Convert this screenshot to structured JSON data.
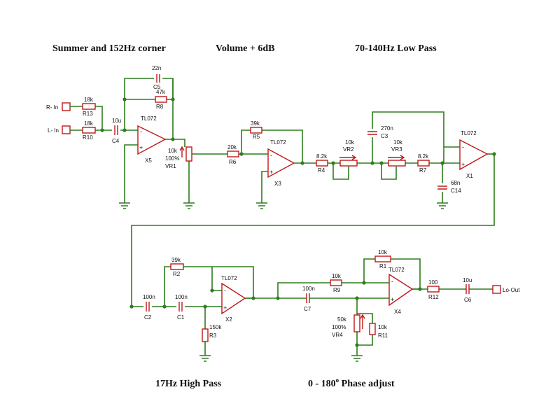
{
  "titles": {
    "summer": "Summer and 152Hz corner",
    "volume": "Volume + 6dB",
    "lowpass": "70-140Hz Low Pass",
    "highpass": "17Hz High Pass",
    "phase_prefix": "0 - 180",
    "phase_degree": "o",
    "phase_suffix": " Phase adjust"
  },
  "ports": {
    "r_in": "R- In",
    "l_in": "L- In",
    "lo_out": "Lo-Out"
  },
  "parts": {
    "r13": {
      "value": "18k",
      "ref": "R13"
    },
    "r10": {
      "value": "18k",
      "ref": "R10"
    },
    "c4": {
      "value": "10u",
      "ref": "C4"
    },
    "c5": {
      "value": "22n",
      "ref": "C5"
    },
    "r8": {
      "value": "47k",
      "ref": "R8"
    },
    "x5": {
      "value": "TL072",
      "ref": "X5"
    },
    "vr1": {
      "value": "10k",
      "value2": "100%",
      "ref": "VR1"
    },
    "r6": {
      "value": "20k",
      "ref": "R6"
    },
    "r5": {
      "value": "39k",
      "ref": "R5"
    },
    "x3": {
      "value": "TL072",
      "ref": "X3"
    },
    "r4": {
      "value": "8.2k",
      "ref": "R4"
    },
    "vr2": {
      "value": "10k",
      "ref": "VR2"
    },
    "vr3": {
      "value": "10k",
      "ref": "VR3"
    },
    "r7": {
      "value": "8.2k",
      "ref": "R7"
    },
    "c3": {
      "value": "270n",
      "ref": "C3"
    },
    "c14": {
      "value": "68n",
      "ref": "C14"
    },
    "x1": {
      "value": "TL072",
      "ref": "X1"
    },
    "c2": {
      "value": "100n",
      "ref": "C2"
    },
    "c1": {
      "value": "100n",
      "ref": "C1"
    },
    "r2": {
      "value": "39k",
      "ref": "R2"
    },
    "r3": {
      "value": "150k",
      "ref": "R3"
    },
    "x2": {
      "value": "TL072",
      "ref": "X2"
    },
    "c7": {
      "value": "100n",
      "ref": "C7"
    },
    "r9": {
      "value": "10k",
      "ref": "R9"
    },
    "r1": {
      "value": "10k",
      "ref": "R1"
    },
    "x4": {
      "value": "TL072",
      "ref": "X4"
    },
    "vr4": {
      "value": "50k",
      "value2": "100%",
      "ref": "VR4"
    },
    "r11": {
      "value": "10k",
      "ref": "R11"
    },
    "r12": {
      "value": "100",
      "ref": "R12"
    },
    "c6": {
      "value": "10u",
      "ref": "C6"
    }
  },
  "signs": {
    "minus": "-",
    "plus": "+"
  },
  "colors": {
    "wire": "#2e7d1e",
    "component": "#c01818",
    "text": "#111111"
  }
}
